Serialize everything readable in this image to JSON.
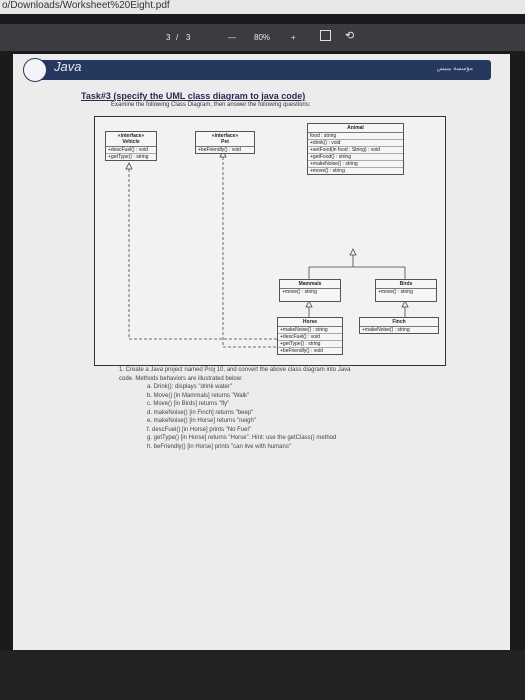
{
  "address_bar": "o/Downloads/Worksheet%20Eight.pdf",
  "toolbar": {
    "page_current": "3",
    "sep": "/",
    "page_total": "3",
    "minus": "—",
    "zoom": "80%",
    "plus": "+"
  },
  "header": {
    "subject": "Java",
    "arabic_caption": "مؤسسة بيبيس"
  },
  "task": {
    "title": "Task#3 (specify the UML class diagram to java code)",
    "subtitle": "Examine the following Class Diagram, then answer the following questions:"
  },
  "uml": {
    "vehicle": {
      "stereo": "«interface»",
      "name": "Vehicle",
      "rows": [
        "+descFuel() : void",
        "+getType() : string"
      ]
    },
    "pet": {
      "stereo": "«interface»",
      "name": "Pet",
      "rows": [
        "+beFriendly() : void"
      ]
    },
    "animal": {
      "name": "Animal",
      "rows": [
        "food : string",
        "+drink() : void",
        "+setFood(in food : String) : void",
        "+getFood() : string",
        "+makeNoise() : string",
        "+move() : string"
      ]
    },
    "mammals": {
      "name": "Mammals",
      "rows": [
        "+move() : string"
      ]
    },
    "birds": {
      "name": "Birds",
      "rows": [
        "+move() : string"
      ]
    },
    "horse": {
      "name": "Horse",
      "rows": [
        "+makeNoise() : string",
        "+descFuel() : void",
        "+getType() : string",
        "+beFriendly() : void"
      ]
    },
    "finch": {
      "name": "Finch",
      "rows": [
        "+makeNoise() : string"
      ]
    }
  },
  "questions": {
    "intro": "1. Create a Java project named Proj 10, and convert the above class diagram into Java code. Methods behaviors are illustrated below:",
    "items": [
      "a. Drink(): displays \"drink water\"",
      "b. Move() [in Mammals] returns \"Walk\"",
      "c. Move() [in Birds] returns \"fly\"",
      "d. makeNoise() [in Finch] returns \"beep\"",
      "e. makeNoise() [in Horse] returns \"neigh\"",
      "f. descFuel() [in Horse] prints \"No Fuel\"",
      "g. getType() [in Horse] returns \"Horse\". Hint: use the getClass() method",
      "h. beFriendly() [in Horse] prints \"can live with humans\""
    ]
  }
}
